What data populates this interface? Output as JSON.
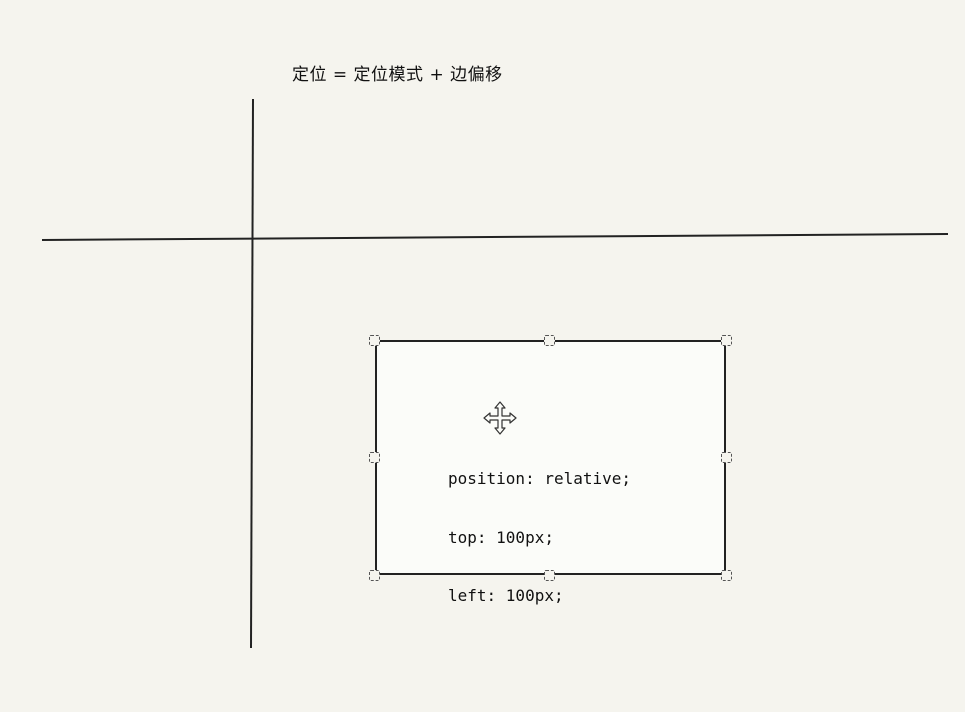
{
  "title": "定位 = 定位模式 + 边偏移",
  "code": {
    "line1": "position: relative;",
    "line2": "top: 100px;",
    "line3": "left: 100px;"
  },
  "icons": {
    "move": "move-cursor-icon",
    "handle": "resize-handle"
  },
  "colors": {
    "background": "#f5f4ee",
    "box_fill": "#fbfcf9",
    "stroke": "#222222"
  }
}
